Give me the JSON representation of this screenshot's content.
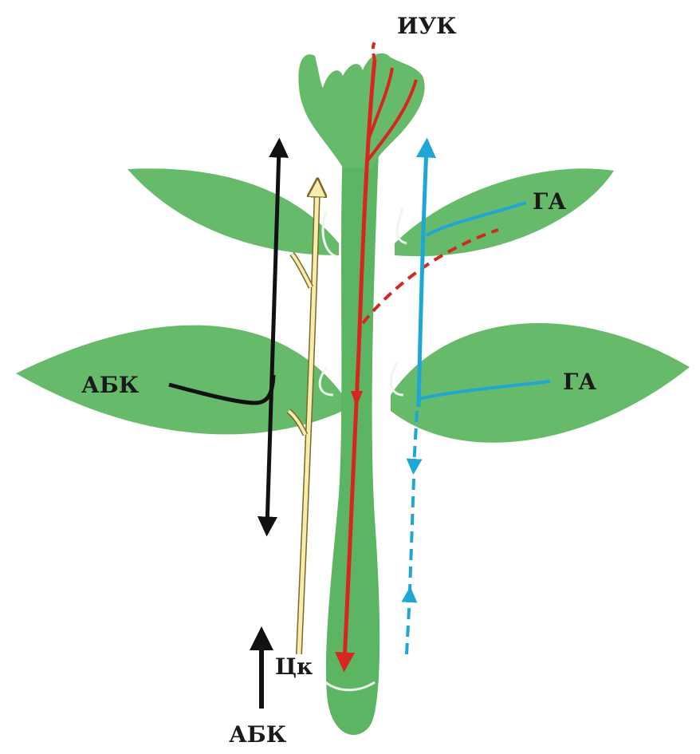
{
  "labels": {
    "iuk": "ИУК",
    "ga_upper": "ГА",
    "ga_lower": "ГА",
    "abk_left": "АБК",
    "ck": "Цк",
    "abk_bottom": "АБК"
  },
  "colors": {
    "plant": "#66bb6a",
    "plant_dark": "#4fa757",
    "iuk_arrow": "#d7261e",
    "ga_arrow": "#1ea7d6",
    "abk_arrow": "#111111",
    "ck_arrow": "#f3e08a",
    "outline": "#eef8ea"
  }
}
